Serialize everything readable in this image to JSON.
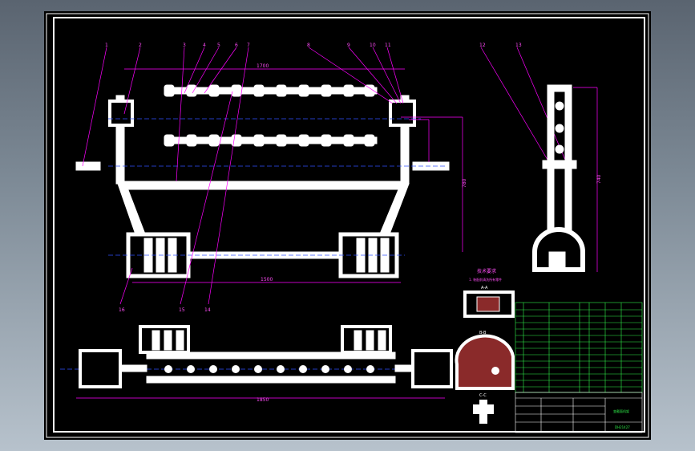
{
  "drawing": {
    "balloons": [
      "1",
      "2",
      "3",
      "4",
      "5",
      "6",
      "7",
      "8",
      "9",
      "10",
      "11",
      "12",
      "13",
      "14",
      "15",
      "16"
    ],
    "dims": {
      "top_width": "1700",
      "right_height": "780",
      "side_height": "740",
      "bottom_width": "1500",
      "lower_length": "1850"
    },
    "section_labels": [
      "A-A",
      "B-B",
      "C-C"
    ],
    "notes": {
      "heading": "技术要求",
      "line1": "1. 装配前清洗所有零件"
    },
    "title_block": {
      "name": "变截面机架",
      "code": "DH21427"
    }
  },
  "colors": {
    "background": "#000000",
    "outline": "#ffffff",
    "leader": "#ff00ff",
    "table": "#00ff00",
    "center": "#3050ff",
    "hatch": "#8a2a2a"
  }
}
